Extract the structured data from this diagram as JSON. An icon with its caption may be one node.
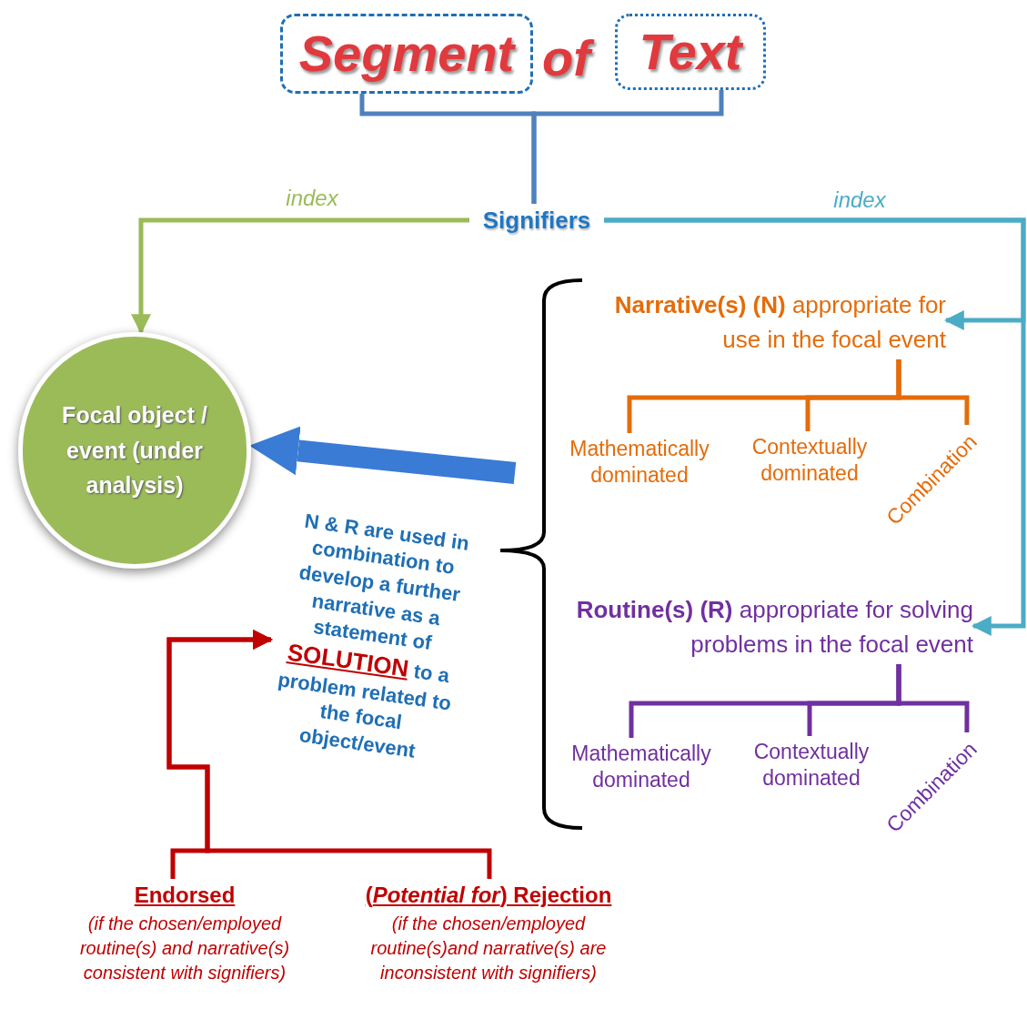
{
  "diagram": {
    "nodes": [
      {
        "text": [
          "Segment"
        ]
      },
      {
        "text": [
          "Text"
        ]
      },
      {
        "text": [
          "Signifiers"
        ]
      },
      {
        "text": [
          "Focal object / event (under analysis)"
        ]
      },
      {
        "text": [
          "**Narrative(s) (N)** appropriate for use in the focal event"
        ]
      },
      {
        "text": [
          "Mathematically dominated"
        ]
      },
      {
        "text": [
          "Contextually dominated"
        ]
      },
      {
        "text": [
          "Combination"
        ]
      },
      {
        "text": [
          "**Routine(s) (R)** appropriate for solving problems in the focal event"
        ]
      },
      {
        "text": [
          "Mathematically dominated"
        ]
      },
      {
        "text": [
          "Contextually dominated"
        ]
      },
      {
        "text": [
          "Combination"
        ]
      },
      {
        "text": [
          "N & R are used in combination to develop a further narrative as a statement of **SOLUTION** to a problem related to the focal object/event"
        ]
      },
      {
        "text": [
          "Endorsed",
          "(if the chosen/employed routine(s) and narrative(s) consistent with signifiers)"
        ]
      },
      {
        "text": [
          "(*Potential for*) Rejection",
          "(if the chosen/employed routine(s)and narrative(s) are inconsistent with signifiers)"
        ]
      }
    ],
    "edges": [
      {
        "from": 0,
        "to": 2,
        "arrow": "none",
        "color": "#4f81bd"
      },
      {
        "from": 1,
        "to": 2,
        "arrow": "none",
        "color": "#4f81bd"
      },
      {
        "from": 2,
        "to": 3,
        "arrow": "to",
        "label": "index",
        "color": "#9bbb59"
      },
      {
        "from": 2,
        "to": 4,
        "arrow": "to",
        "label": "index",
        "color": "#4bacc6"
      },
      {
        "from": 2,
        "to": 8,
        "arrow": "to",
        "color": "#4bacc6"
      },
      {
        "from": 4,
        "to": 5,
        "arrow": "none",
        "color": "#e46c0a"
      },
      {
        "from": 4,
        "to": 6,
        "arrow": "none",
        "color": "#e46c0a"
      },
      {
        "from": 4,
        "to": 7,
        "arrow": "none",
        "color": "#e46c0a"
      },
      {
        "from": 8,
        "to": 9,
        "arrow": "none",
        "color": "#7030a0"
      },
      {
        "from": 8,
        "to": 10,
        "arrow": "none",
        "color": "#7030a0"
      },
      {
        "from": 8,
        "to": 11,
        "arrow": "none",
        "color": "#7030a0"
      },
      {
        "from": null,
        "to": 3,
        "arrow": "to",
        "style": "thick",
        "color": "#3a7bd5"
      },
      {
        "from": 13,
        "to": 12,
        "arrow": "to",
        "color": "#c00000"
      },
      {
        "from": 14,
        "to": 12,
        "arrow": "to",
        "color": "#c00000"
      }
    ],
    "labels": [
      "of"
    ]
  }
}
